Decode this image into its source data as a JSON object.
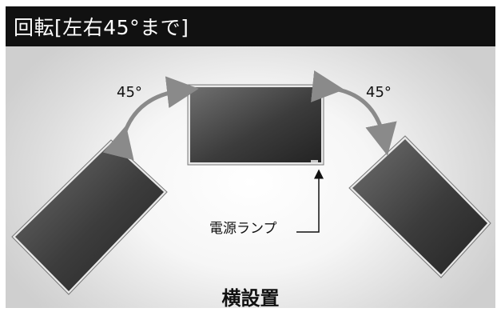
{
  "header": {
    "title": "回転[左右45°まで]"
  },
  "diagram": {
    "angle_left": "45°",
    "angle_right": "45°",
    "lamp_label": "電源ランプ",
    "caption": "横設置"
  },
  "colors": {
    "header_bg": "#111111",
    "header_text": "#ffffff",
    "arrow": "#8a8a8a",
    "screen_dark": "#2e2e2e",
    "screen_light": "#6f6f6f"
  }
}
